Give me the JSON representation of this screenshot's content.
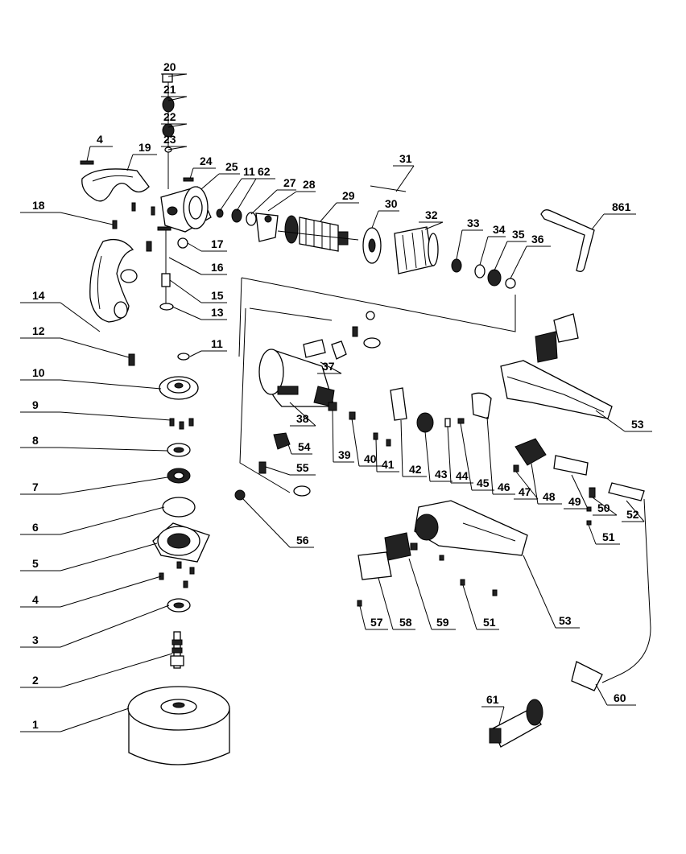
{
  "diagram": {
    "labels": [
      "1",
      "2",
      "3",
      "4",
      "5",
      "6",
      "7",
      "8",
      "9",
      "10",
      "11",
      "12",
      "13",
      "14",
      "15",
      "16",
      "17",
      "18",
      "19",
      "20",
      "21",
      "22",
      "23",
      "24",
      "25",
      "11",
      "62",
      "27",
      "28",
      "29",
      "30",
      "31",
      "32",
      "33",
      "34",
      "35",
      "36",
      "861",
      "4",
      "37",
      "38",
      "39",
      "40",
      "41",
      "42",
      "43",
      "44",
      "45",
      "46",
      "47",
      "48",
      "49",
      "50",
      "51",
      "52",
      "53",
      "53",
      "54",
      "55",
      "56",
      "57",
      "58",
      "59",
      "51",
      "60",
      "61"
    ]
  }
}
